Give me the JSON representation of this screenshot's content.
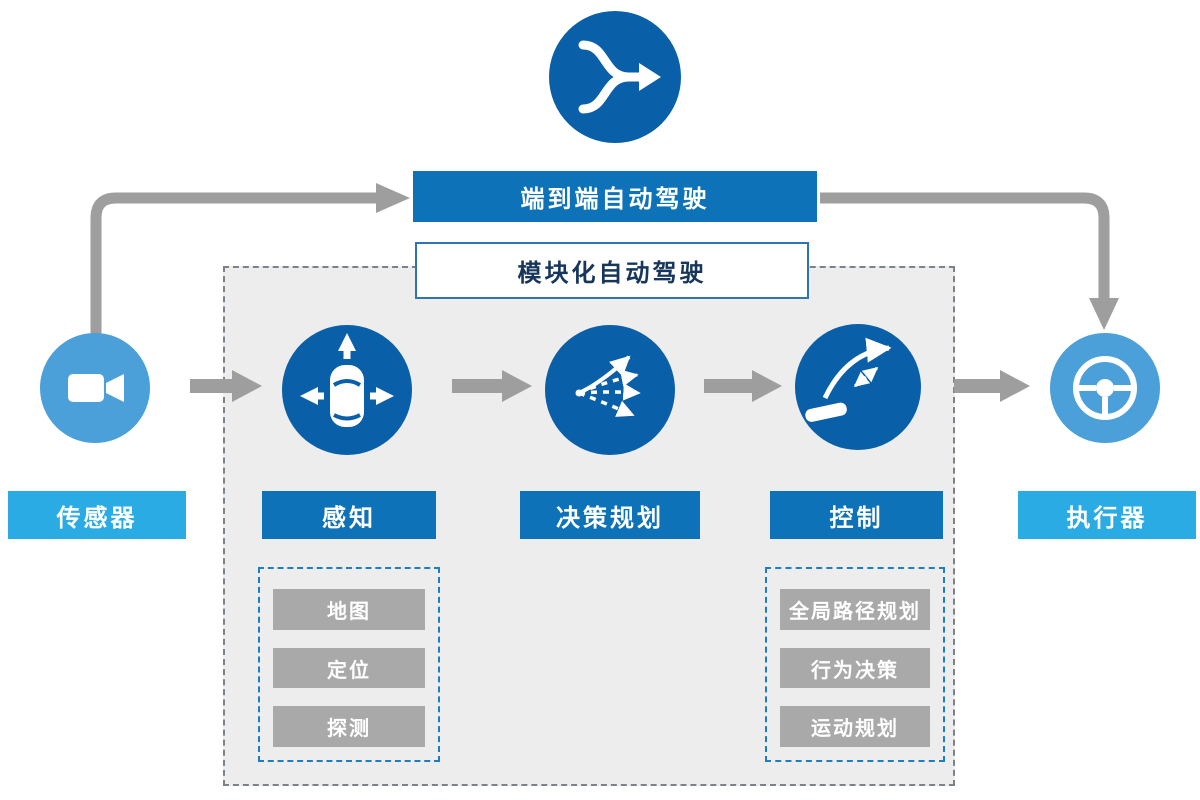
{
  "banners": {
    "end_to_end": {
      "label": "端到端自动驾驶"
    },
    "modular": {
      "label": "模块化自动驾驶"
    }
  },
  "nodes": {
    "e2e_hub": {
      "icon": "merge-arrow-icon"
    },
    "sensor": {
      "label": "传感器",
      "icon": "camera-icon"
    },
    "perception": {
      "label": "感知",
      "icon": "car-arrows-icon"
    },
    "planning": {
      "label": "决策规划",
      "icon": "branch-arrows-icon"
    },
    "control": {
      "label": "控制",
      "icon": "trajectory-icon"
    },
    "actuator": {
      "label": "执行器",
      "icon": "steering-wheel-icon"
    }
  },
  "perception_details": {
    "items": [
      "地图",
      "定位",
      "探测"
    ]
  },
  "planning_details": {
    "items": [
      "全局路径规划",
      "行为决策",
      "运动规划"
    ]
  },
  "colors": {
    "dark_blue_circle": "#0a5fa9",
    "banner_blue": "#0d72b8",
    "light_blue_circle": "#4ba0d9",
    "light_blue_label": "#2aabe4",
    "arrow_gray": "#9e9e9e",
    "panel_gray": "#ededed",
    "item_gray": "#a9a9a9",
    "dashed_blue": "#1d7ec4"
  }
}
